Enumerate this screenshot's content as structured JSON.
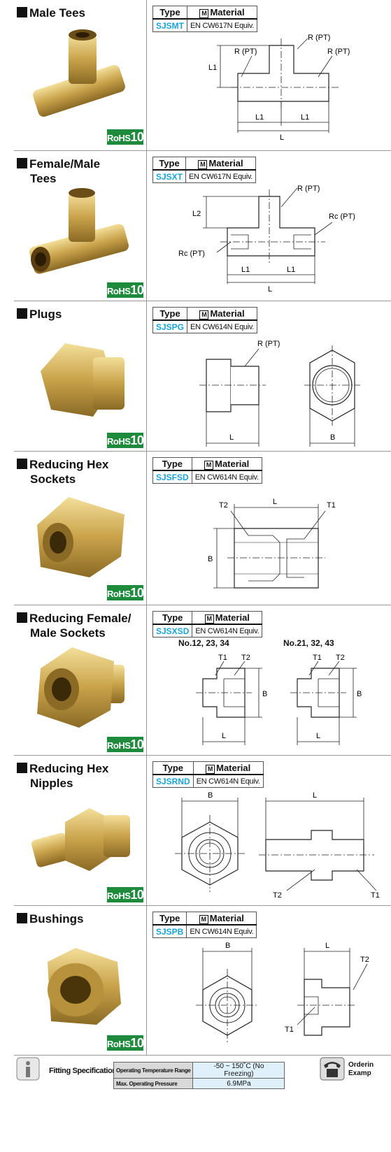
{
  "header_material": "Material",
  "header_type": "Type",
  "rohs_label": "RoHS",
  "rohs_num": "10",
  "products": [
    {
      "title1": "Male Tees",
      "title2": "",
      "type": "SJSMT",
      "material": "EN CW617N Equiv.",
      "labels": {
        "a": "R (PT)",
        "b": "R (PT)",
        "c": "R (PT)",
        "l1": "L1",
        "l1b": "L1",
        "l1c": "L1",
        "l": "L"
      }
    },
    {
      "title1": "Female/Male",
      "title2": "Tees",
      "type": "SJSXT",
      "material": "EN CW617N Equiv.",
      "labels": {
        "a": "R (PT)",
        "b": "Rc (PT)",
        "c": "Rc (PT)",
        "l2": "L2",
        "l1": "L1",
        "l1b": "L1",
        "l": "L"
      }
    },
    {
      "title1": "Plugs",
      "title2": "",
      "type": "SJSPG",
      "material": "EN CW614N Equiv.",
      "labels": {
        "a": "R (PT)",
        "l": "L",
        "b": "B"
      }
    },
    {
      "title1": "Reducing Hex",
      "title2": "Sockets",
      "type": "SJSFSD",
      "material": "EN CW614N Equiv.",
      "labels": {
        "t2": "T2",
        "l": "L",
        "t1": "T1",
        "b": "B"
      }
    },
    {
      "title1": "Reducing Female/",
      "title2": "Male Sockets",
      "type": "SJSXSD",
      "material": "EN CW614N Equiv.",
      "labels": {
        "sub1": "No.12, 23, 34",
        "sub2": "No.21, 32, 43",
        "t1": "T1",
        "t2": "T2",
        "b": "B",
        "l": "L"
      }
    },
    {
      "title1": "Reducing Hex",
      "title2": "Nipples",
      "type": "SJSRND",
      "material": "EN CW614N Equiv.",
      "labels": {
        "b": "B",
        "l": "L",
        "t2": "T2",
        "t1": "T1"
      }
    },
    {
      "title1": "Bushings",
      "title2": "",
      "type": "SJSPB",
      "material": "EN CW614N Equiv.",
      "labels": {
        "b": "B",
        "l": "L",
        "t2": "T2",
        "t1": "T1"
      }
    }
  ],
  "footer": {
    "fitting_specs": "Fitting Specifications",
    "temp_label": "Operating Temperature Range",
    "temp_value": "-50 ~ 150˚C (No Freezing)",
    "pressure_label": "Max. Operating Pressure",
    "pressure_value": "6.9MPa",
    "ordering_line1": "Orderin",
    "ordering_line2": "Examp"
  }
}
